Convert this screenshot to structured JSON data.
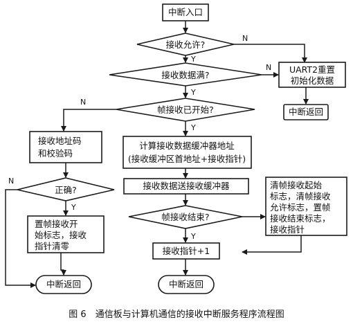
{
  "nodes": {
    "start": "中断入口",
    "recv_enable": "接收允许?",
    "buffer_full": "接收数据满?",
    "uart_reset_1": "UART2重置",
    "uart_reset_2": "初始化数据",
    "return_right": "中断返回",
    "frame_started": "帧接收已开始?",
    "recv_addr_1": "接收地址码",
    "recv_addr_2": "和校验码",
    "calc_addr_1": "计算接收数据缓冲器地址",
    "calc_addr_2": "(接收缓冲区首地址+接收指针)",
    "correct": "正确?",
    "send_buffer": "接收数据送接收缓冲器",
    "clear_flags_1": "清帧接收起始",
    "clear_flags_2": "标志，清帧接收",
    "clear_flags_3": "允许标志，置帧",
    "clear_flags_4": "接收结束标志，",
    "clear_flags_5": "接收指针",
    "set_start_1": "置帧接收开",
    "set_start_2": "始标志，接收",
    "set_start_3": "指针清零",
    "frame_end": "帧接收结束?",
    "ptr_inc": "接收指针+1",
    "return_left": "中断返回",
    "return_mid": "中断返回"
  },
  "labels": {
    "yes": "Y",
    "no": "N"
  },
  "caption": "图 6　通信板与计算机通信的接收中断服务程序流程图"
}
